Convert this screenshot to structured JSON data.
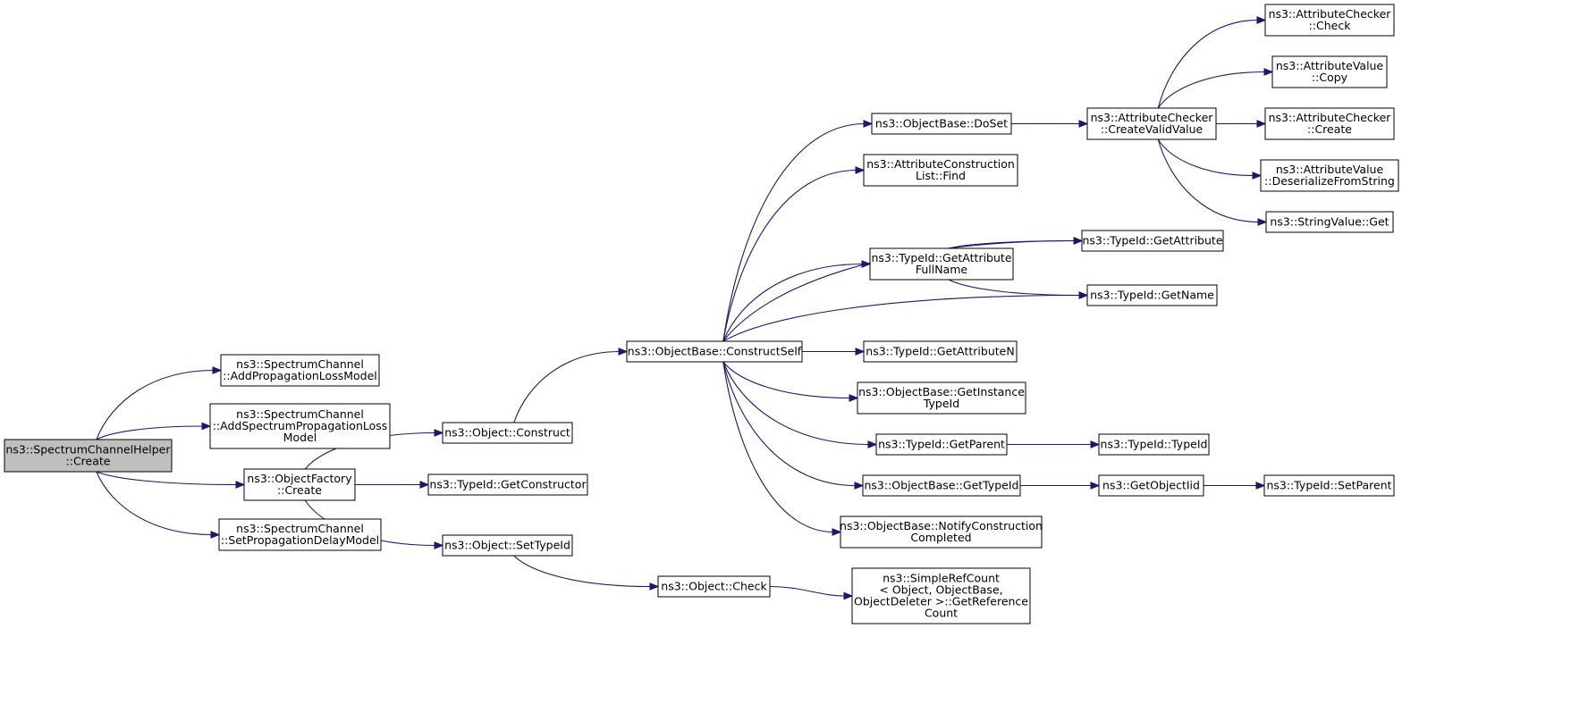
{
  "nodes": [
    {
      "id": "root",
      "lines": [
        "ns3::SpectrumChannelHelper",
        "::Create"
      ]
    },
    {
      "id": "addProp",
      "lines": [
        "ns3::SpectrumChannel",
        "::AddPropagationLossModel"
      ]
    },
    {
      "id": "addSpec",
      "lines": [
        "ns3::SpectrumChannel",
        "::AddSpectrumPropagationLoss",
        "Model"
      ]
    },
    {
      "id": "objFactory",
      "lines": [
        "ns3::ObjectFactory",
        "::Create"
      ]
    },
    {
      "id": "setDelay",
      "lines": [
        "ns3::SpectrumChannel",
        "::SetPropagationDelayModel"
      ]
    },
    {
      "id": "construct",
      "lines": [
        "ns3::Object::Construct"
      ]
    },
    {
      "id": "getCtor",
      "lines": [
        "ns3::TypeId::GetConstructor"
      ]
    },
    {
      "id": "setTypeId",
      "lines": [
        "ns3::Object::SetTypeId"
      ]
    },
    {
      "id": "constructSelf",
      "lines": [
        "ns3::ObjectBase::ConstructSelf"
      ]
    },
    {
      "id": "objCheck",
      "lines": [
        "ns3::Object::Check"
      ]
    },
    {
      "id": "doSet",
      "lines": [
        "ns3::ObjectBase::DoSet"
      ]
    },
    {
      "id": "acFind",
      "lines": [
        "ns3::AttributeConstruction",
        "List::Find"
      ]
    },
    {
      "id": "getAttrFull",
      "lines": [
        "ns3::TypeId::GetAttribute",
        "FullName"
      ]
    },
    {
      "id": "getAttrN",
      "lines": [
        "ns3::TypeId::GetAttributeN"
      ]
    },
    {
      "id": "getInstTid",
      "lines": [
        "ns3::ObjectBase::GetInstance",
        "TypeId"
      ]
    },
    {
      "id": "getParent",
      "lines": [
        "ns3::TypeId::GetParent"
      ]
    },
    {
      "id": "getTypeId",
      "lines": [
        "ns3::ObjectBase::GetTypeId"
      ]
    },
    {
      "id": "notify",
      "lines": [
        "ns3::ObjectBase::NotifyConstruction",
        "Completed"
      ]
    },
    {
      "id": "refCount",
      "lines": [
        "ns3::SimpleRefCount",
        "< Object, ObjectBase,",
        " ObjectDeleter >::GetReference",
        "Count"
      ]
    },
    {
      "id": "createValid",
      "lines": [
        "ns3::AttributeChecker",
        "::CreateValidValue"
      ]
    },
    {
      "id": "getAttr",
      "lines": [
        "ns3::TypeId::GetAttribute"
      ]
    },
    {
      "id": "getName",
      "lines": [
        "ns3::TypeId::GetName"
      ]
    },
    {
      "id": "typeIdTypeId",
      "lines": [
        "ns3::TypeId::TypeId"
      ]
    },
    {
      "id": "getObjectIid",
      "lines": [
        "ns3::GetObjectIid"
      ]
    },
    {
      "id": "acCheck",
      "lines": [
        "ns3::AttributeChecker",
        "::Check"
      ]
    },
    {
      "id": "avCopy",
      "lines": [
        "ns3::AttributeValue",
        "::Copy"
      ]
    },
    {
      "id": "acCreate",
      "lines": [
        "ns3::AttributeChecker",
        "::Create"
      ]
    },
    {
      "id": "avDeser",
      "lines": [
        "ns3::AttributeValue",
        "::DeserializeFromString"
      ]
    },
    {
      "id": "svGet",
      "lines": [
        "ns3::StringValue::Get"
      ]
    },
    {
      "id": "setParent",
      "lines": [
        "ns3::TypeId::SetParent"
      ]
    }
  ],
  "edges": [
    [
      "root",
      "addProp"
    ],
    [
      "root",
      "addSpec"
    ],
    [
      "root",
      "objFactory"
    ],
    [
      "root",
      "setDelay"
    ],
    [
      "objFactory",
      "construct"
    ],
    [
      "objFactory",
      "getCtor"
    ],
    [
      "objFactory",
      "setTypeId"
    ],
    [
      "construct",
      "constructSelf"
    ],
    [
      "setTypeId",
      "objCheck"
    ],
    [
      "constructSelf",
      "doSet"
    ],
    [
      "constructSelf",
      "acFind"
    ],
    [
      "constructSelf",
      "getAttr"
    ],
    [
      "constructSelf",
      "getAttrFull"
    ],
    [
      "constructSelf",
      "getName"
    ],
    [
      "constructSelf",
      "getAttrN"
    ],
    [
      "constructSelf",
      "getInstTid"
    ],
    [
      "constructSelf",
      "getParent"
    ],
    [
      "constructSelf",
      "getTypeId"
    ],
    [
      "constructSelf",
      "notify"
    ],
    [
      "objCheck",
      "refCount"
    ],
    [
      "doSet",
      "createValid"
    ],
    [
      "getAttrFull",
      "getAttr"
    ],
    [
      "getAttrFull",
      "getName"
    ],
    [
      "getParent",
      "typeIdTypeId"
    ],
    [
      "getTypeId",
      "getObjectIid"
    ],
    [
      "createValid",
      "acCheck"
    ],
    [
      "createValid",
      "avCopy"
    ],
    [
      "createValid",
      "acCreate"
    ],
    [
      "createValid",
      "avDeser"
    ],
    [
      "createValid",
      "svGet"
    ],
    [
      "getObjectIid",
      "setParent"
    ]
  ]
}
